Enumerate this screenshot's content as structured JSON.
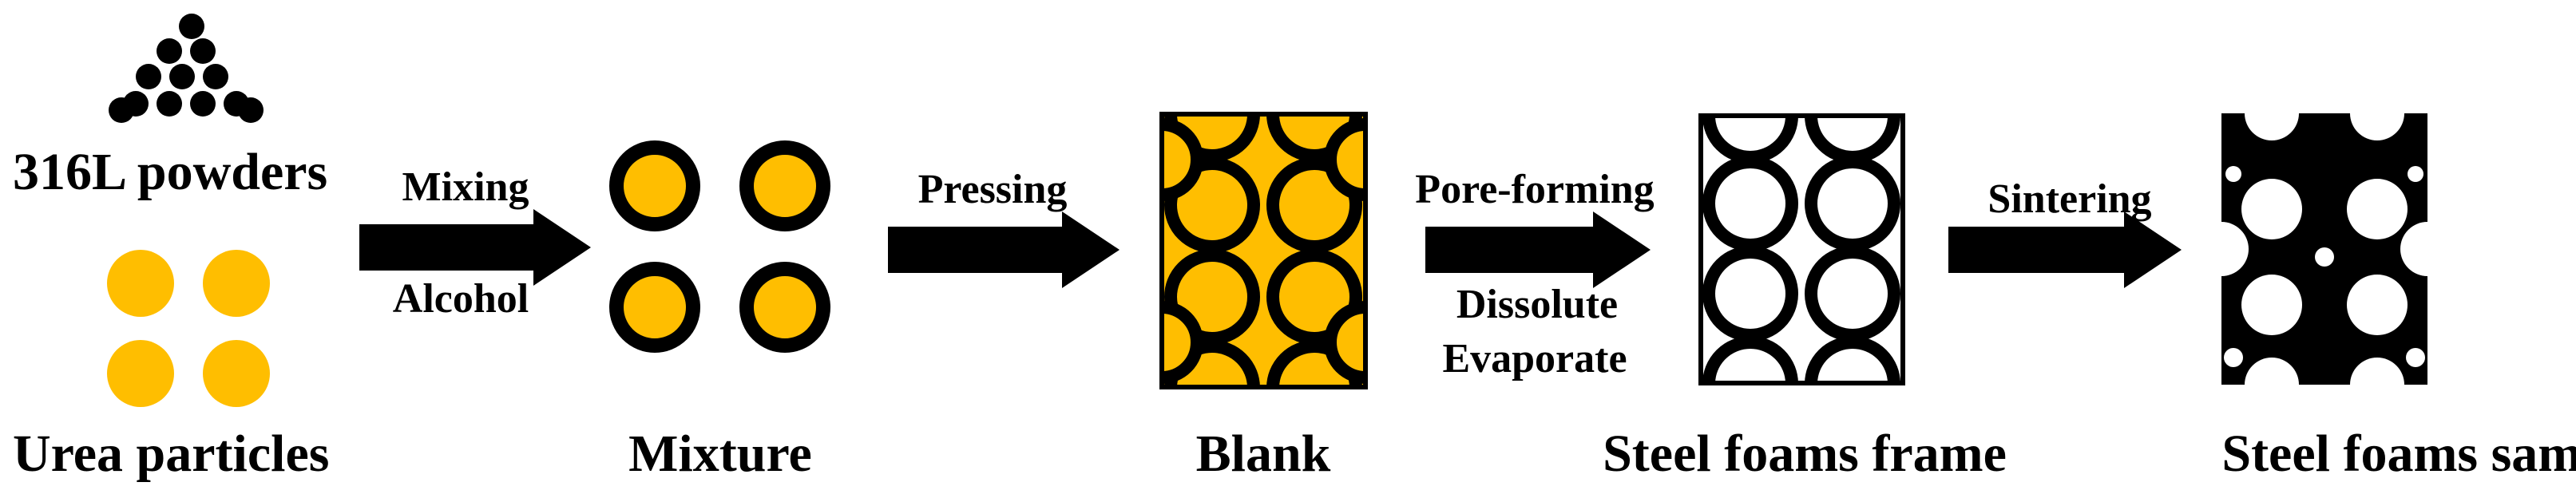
{
  "colors": {
    "urea": "#FFBE00",
    "ink": "#000000",
    "background": "#FFFFFF"
  },
  "stages": {
    "powders": "316L powders",
    "urea": "Urea particles",
    "mixture": "Mixture",
    "blank": "Blank",
    "frame": "Steel foams frame",
    "sample": "Steel foams sample"
  },
  "steps": {
    "mixing": {
      "above": "Mixing",
      "below": "Alcohol"
    },
    "pressing": {
      "above": "Pressing"
    },
    "pore_forming": {
      "above": "Pore-forming",
      "below_1": "Dissolute",
      "below_2": "Evaporate"
    },
    "sintering": {
      "above": "Sintering"
    }
  },
  "icons": {
    "powders": "powder-pile-icon",
    "urea": "urea-particles-icon",
    "mixture": "coated-particles-icon",
    "blank": "pressed-blank-icon",
    "frame": "foam-frame-icon",
    "sample": "sintered-sample-icon",
    "arrow": "right-arrow-icon"
  }
}
